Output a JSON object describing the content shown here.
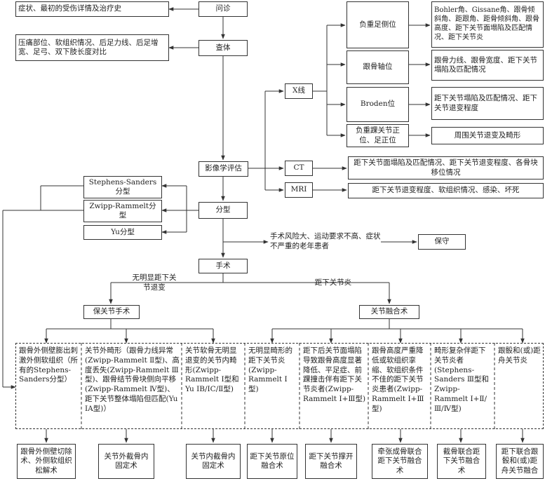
{
  "flowchart": {
    "nodes": {
      "history": "症状、最初的受伤详情及治疗史",
      "consult": "问诊",
      "exam_items": "压痛部位、软组织情况、后足力线、后足增宽、足弓、双下肢长度对比",
      "exam": "查体",
      "imaging": "影像学评估",
      "xray": "X线",
      "ct": "CT",
      "mri": "MRI",
      "lateral_view": "负重足侧位",
      "lateral_detail": "Bohler角、Gissane角、跟骨倾斜角、距跟角、距骨倾斜角、跟骨高度、距下关节面塌陷及匹配情况、距下关节炎",
      "axial_view": "跟骨轴位",
      "axial_detail": "跟骨力线、跟骨宽度、距下关节塌陷及匹配情况",
      "broden_view": "Broden位",
      "broden_detail": "距下关节塌陷及匹配情况、距下关节退变程度",
      "ankle_view": "负重踝关节正位、足正位",
      "ankle_detail": "周围关节退变及畸形",
      "ct_detail": "距下关节面塌陷及匹配情况、距下关节退变程度、各骨块移位情况",
      "mri_detail": "距下关节退变程度、软组织情况、感染、坏死",
      "class_stephens": "Stephens-Sanders分型",
      "class_zwipp": "Zwipp-Rammelt分型",
      "class_yu": "Yu分型",
      "classification": "分型",
      "conservative_criteria": "手术风险大、运动要求不高、症状不严重的老年患者",
      "conservative": "保守",
      "surgery": "手术",
      "no_arthritis": "无明显距下关节退变",
      "arthritis": "距下关节炎",
      "preserve": "保关节手术",
      "fusion": "关节融合术"
    },
    "indications": [
      "跟骨外侧壁膨出刺激外侧软组织（所有的Stephens-Sanders分型）",
      "关节外畸形（跟骨力线异常(Zwipp-Rammelt Ⅱ型)、高度丢失(Zwipp-Rammelt Ⅲ型)、跟骨结节骨块侧向平移(Zwipp-Rammelt Ⅳ型)、距下关节整体塌陷但匹配(Yu ⅠA型)）",
      "关节软骨无明显退变的关节内畸形(Zwipp-Rammelt Ⅰ型和Yu ⅠB/ⅠC/Ⅱ型)",
      "无明显畸形的距下关节炎(Zwipp-Rammelt Ⅰ型)",
      "距下后关节面塌陷导致跟骨高度显著降低、平足症、前踝撞击伴有距下关节炎者(Zwipp-Rammelt Ⅰ+Ⅲ型)",
      "跟骨高度严重降低或软组织挛缩、软组织条件不佳的距下关节炎患者(Zwipp-Rammelt Ⅰ+Ⅲ型)",
      "畸形复杂伴距下关节炎者(Stephens-Sanders Ⅲ型和Zwipp-Rammelt Ⅰ+Ⅱ/Ⅲ/Ⅳ型)",
      "跟骰和(或)距舟关节炎"
    ],
    "procedures": [
      "跟骨外侧壁切除术、外侧软组织松解术",
      "关节外截骨内固定术",
      "关节内截骨内固定术",
      "距下关节原位融合术",
      "距下关节撑开融合术",
      "牵张成骨联合距下关节融合术",
      "截骨联合距下关节融合术",
      "距下联合跟骰和(或)距舟关节融合"
    ]
  }
}
